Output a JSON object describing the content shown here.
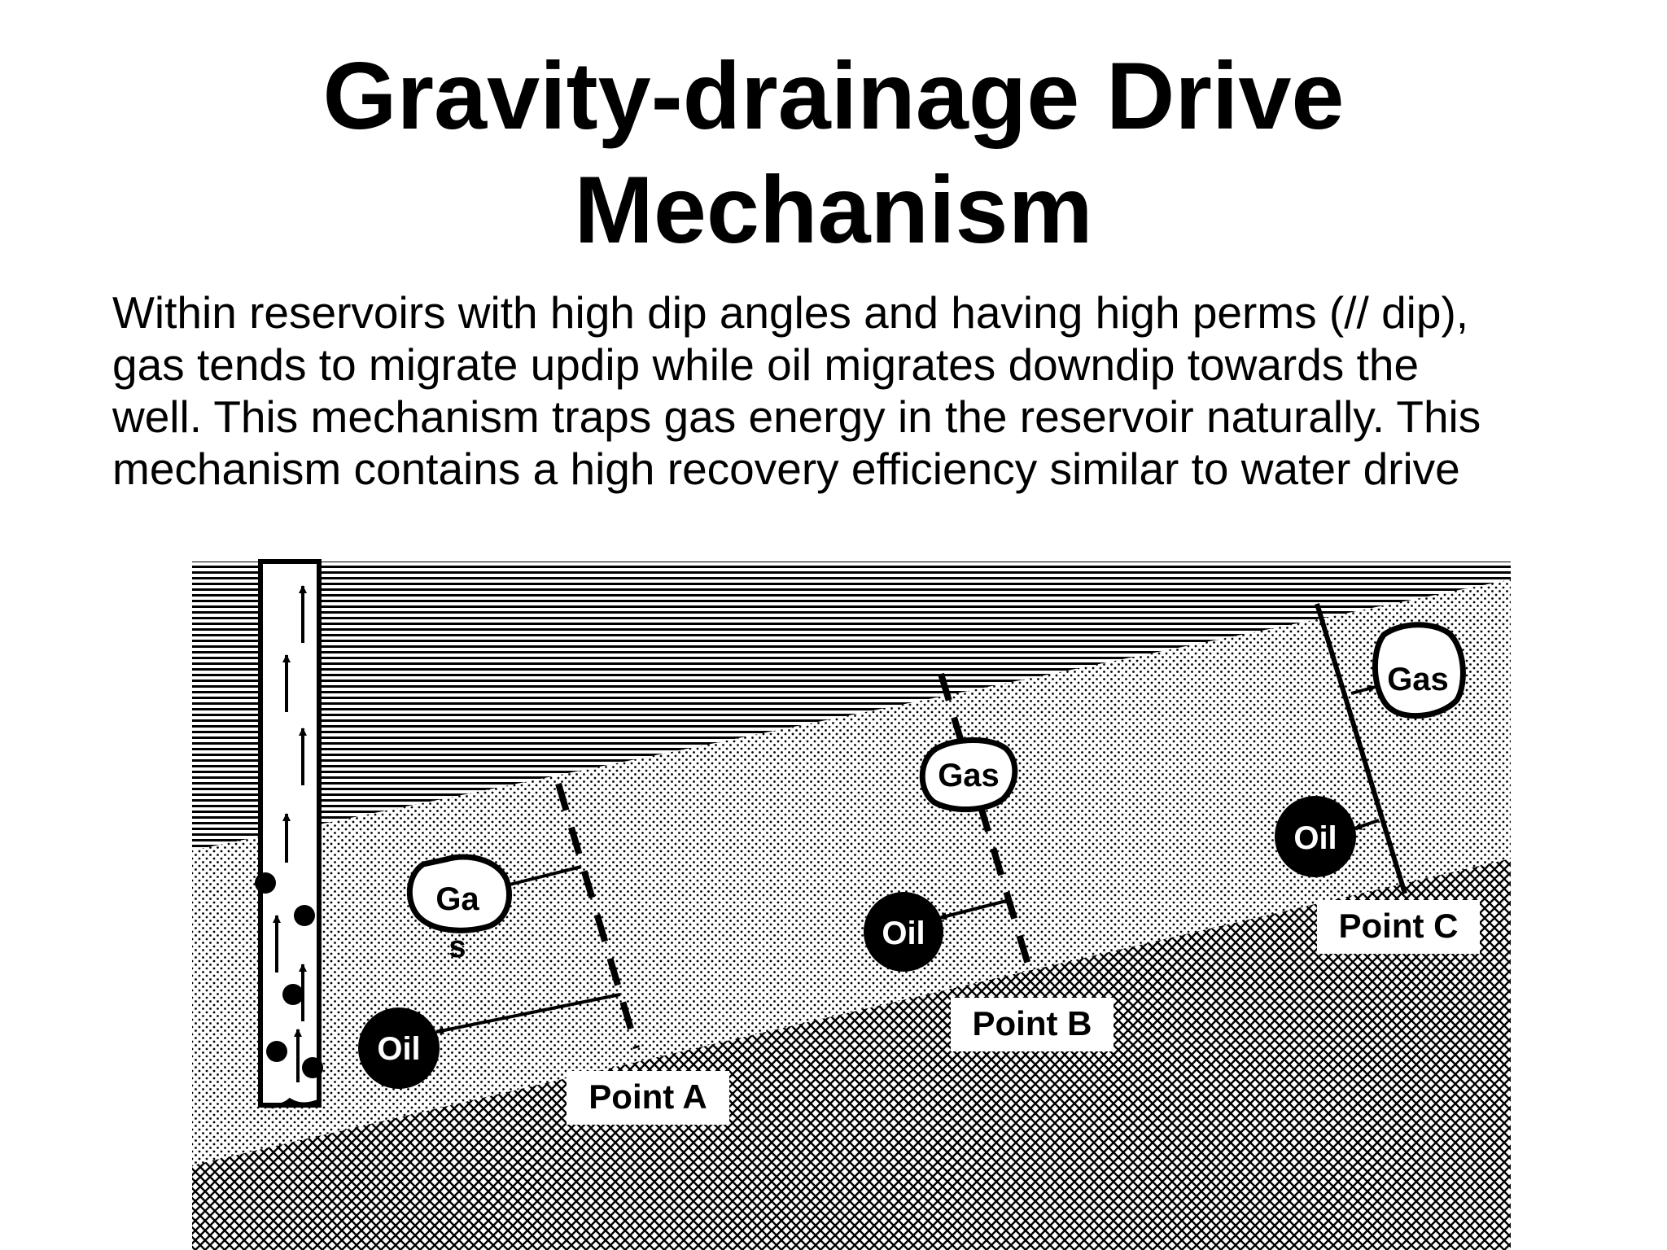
{
  "title": {
    "line1": "Gravity-drainage Drive",
    "line2": "Mechanism"
  },
  "body": {
    "lines": [
      "Within reservoirs with high dip angles and having high perms (// dip),",
      "gas tends to migrate updip while oil migrates downdip towards the",
      "well. This mechanism traps gas energy in the reservoir naturally. This",
      "mechanism contains a high recovery efficiency similar to water drive"
    ]
  },
  "diagram": {
    "point_a": {
      "label": "Point A",
      "gas_label_line1": "Ga",
      "gas_label_line2": "s",
      "oil_label": "Oil"
    },
    "point_b": {
      "label": "Point B",
      "gas_label": "Gas",
      "oil_label": "Oil"
    },
    "point_c": {
      "label": "Point C",
      "gas_label": "Gas",
      "oil_label": "Oil"
    }
  }
}
